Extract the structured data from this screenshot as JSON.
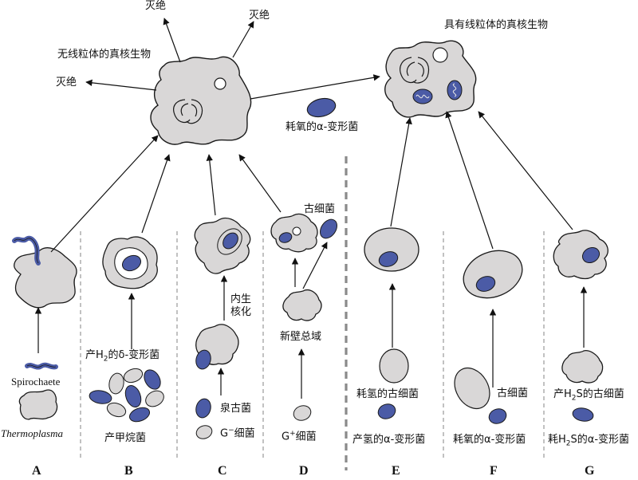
{
  "labels": {
    "extinct_top_left": "灭绝",
    "extinct_top_right": "灭绝",
    "extinct_left": "灭绝",
    "amitochondriate_eukaryote": "无线粒体的真核生物",
    "mitochondriate_eukaryote": "具有线粒体的真核生物",
    "aerobic_alpha": "耗氧的α-变形菌",
    "archaea": "古细菌",
    "endosymbiosis_l1": "内生",
    "endosymbiosis_l2": "核化",
    "neomura": "新壁总域",
    "spirochaete": "Spirochaete",
    "thermoplasma": "Thermoplasma",
    "h2_delta_pre": "产H",
    "h2_delta_sub": "2",
    "h2_delta_post": "的δ-变形菌",
    "methanogen": "产甲烷菌",
    "crenarchaea": "泉古菌",
    "gneg_pre": "G",
    "gneg_sup": "−",
    "gneg_post": "细菌",
    "gpos_pre": "G",
    "gpos_sup": "+",
    "gpos_post": "细菌",
    "h2_consuming_archaea": "耗氢的古细菌",
    "h2_producing_alpha": "产氢的α-变形菌",
    "archaea_f": "古细菌",
    "aerobic_alpha_f": "耗氧的α-变形菌",
    "h2s_archaea_pre": "产H",
    "h2s_archaea_sub": "2",
    "h2s_archaea_post": "S的古细菌",
    "h2s_alpha_pre": "耗H",
    "h2s_alpha_sub": "2",
    "h2s_alpha_post": "S的α-变形菌"
  },
  "panels": [
    "A",
    "B",
    "C",
    "D",
    "E",
    "F",
    "G"
  ],
  "colors": {
    "cell_fill": "#d9d7d7",
    "cell_stroke": "#1a1a1a",
    "bacterium_blue": "#4b5ba6",
    "dashed_light": "#a0a0a0",
    "dashed_heavy": "#8a8a8a"
  }
}
